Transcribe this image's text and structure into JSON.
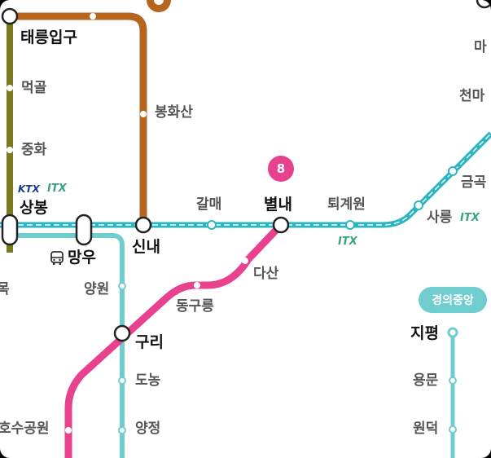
{
  "colors": {
    "gyeongchun_line": "#2bb5c0",
    "line6": "#b5651d",
    "line7": "#7a7a1f",
    "line8": "#e8418e",
    "gyeongui_line": "#6fcdd0"
  },
  "stations": {
    "taereung": "태릉입구",
    "meokgol": "먹골",
    "junghwa": "중화",
    "sangbong": "상봉",
    "mangu": "망우",
    "sinnae": "신내",
    "bonghwasan": "봉화산",
    "galmae": "갈매",
    "byeollae": "별내",
    "toegyewon": "퇴계원",
    "dasan": "다산",
    "donggureung": "동구릉",
    "guri": "구리",
    "yangwon": "양원",
    "dono": "도농",
    "yangjeong": "양정",
    "hosugongwon": "호수공원",
    "jipyeong": "지평",
    "yongmun": "용문",
    "wondeok": "원덕",
    "sareung": "사릉",
    "geumgok": "금곡",
    "cheonma": "천마",
    "ma": "마",
    "mok": "목"
  },
  "badges": {
    "line8_number": "8",
    "gyeongui_pill": "경의중앙"
  },
  "logos": {
    "ktx": "KTX",
    "itx": "ITX"
  },
  "icons": {
    "bus": "bus-icon",
    "line6_top": "line-6-badge-icon"
  }
}
